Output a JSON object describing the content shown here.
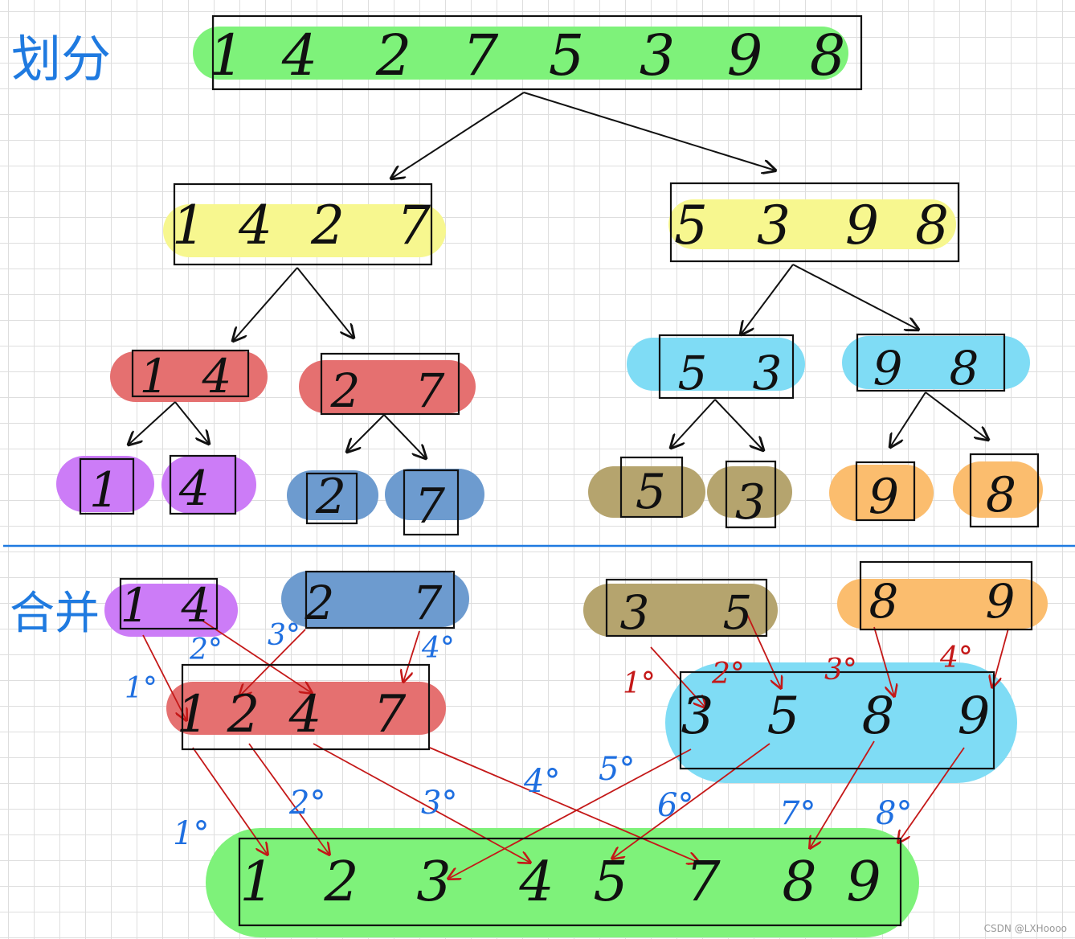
{
  "sections": {
    "split_label": "划分",
    "merge_label": "合并"
  },
  "split": {
    "root": [
      "1",
      "4",
      "2",
      "7",
      "5",
      "3",
      "9",
      "8"
    ],
    "level1_left": [
      "1",
      "4",
      "2",
      "7"
    ],
    "level1_right": [
      "5",
      "3",
      "9",
      "8"
    ],
    "level2": [
      [
        "1",
        "4"
      ],
      [
        "2",
        "7"
      ],
      [
        "5",
        "3"
      ],
      [
        "9",
        "8"
      ]
    ],
    "leaves": [
      "1",
      "4",
      "2",
      "7",
      "5",
      "3",
      "9",
      "8"
    ]
  },
  "merge": {
    "inputs": [
      [
        "1",
        "4"
      ],
      [
        "2",
        "7"
      ],
      [
        "3",
        "5"
      ],
      [
        "8",
        "9"
      ]
    ],
    "level1_left": [
      "1",
      "2",
      "4",
      "7"
    ],
    "level1_right": [
      "3",
      "5",
      "8",
      "9"
    ],
    "final": [
      "1",
      "2",
      "3",
      "4",
      "5",
      "7",
      "8",
      "9"
    ],
    "order_marks_left": [
      "1°",
      "2°",
      "3°",
      "4°"
    ],
    "order_marks_right": [
      "1°",
      "2°",
      "3°",
      "4°"
    ],
    "order_marks_final": [
      "1°",
      "2°",
      "3°",
      "4°",
      "5°",
      "6°",
      "7°",
      "8°"
    ]
  },
  "colors": {
    "green": "#7ef27a",
    "yellow": "#f7f78f",
    "red": "#e57070",
    "purple": "#cc7cf7",
    "steel_blue": "#6d9bcf",
    "light_blue": "#7fdcf5",
    "khaki": "#b5a46e",
    "orange": "#fbbd6e",
    "divider": "#1f7ae0",
    "arrow_black": "#111111",
    "arrow_red": "#c41818",
    "order_blue": "#1f6fe0",
    "order_red": "#c41818"
  },
  "watermark": "CSDN @LXHoooo"
}
